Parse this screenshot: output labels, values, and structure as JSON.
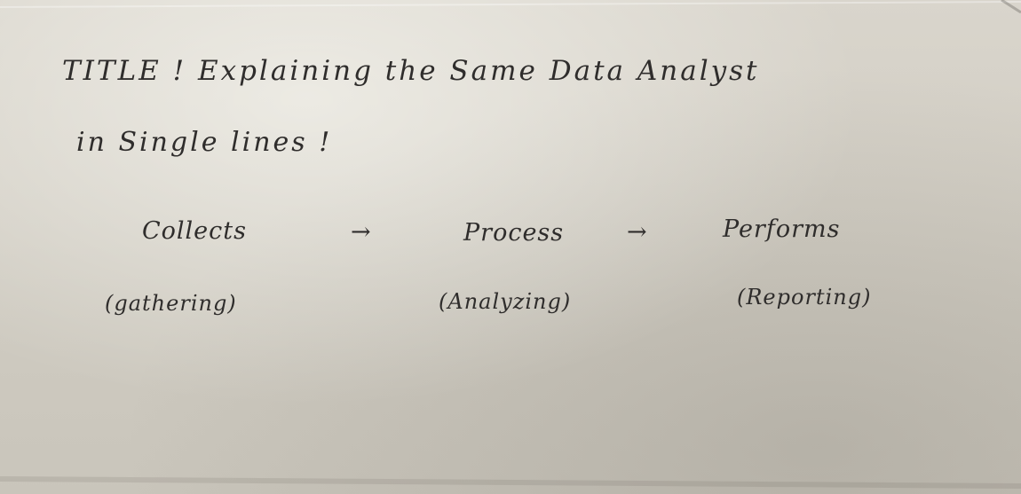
{
  "note": {
    "title_line_1": "TITLE ! Explaining the Same Data Analyst",
    "title_line_2": "in Single lines !",
    "steps": [
      {
        "label": "Collects",
        "detail": "(gathering)"
      },
      {
        "label": "Process",
        "detail": "(Analyzing)"
      },
      {
        "label": "Performs",
        "detail": "(Reporting)"
      }
    ],
    "arrows": [
      "→",
      "→"
    ]
  }
}
